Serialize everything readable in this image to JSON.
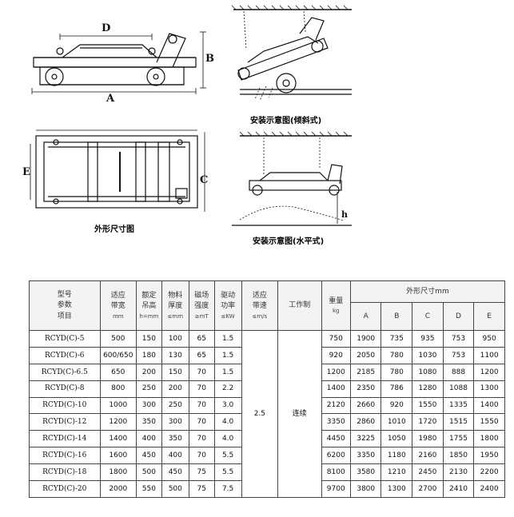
{
  "figures": {
    "outline_caption": "外形尺寸图",
    "tilted_caption": "安装示意图(倾斜式)",
    "horizontal_caption": "安装示意图(水平式)",
    "dim_A": "A",
    "dim_B": "B",
    "dim_C": "C",
    "dim_D": "D",
    "dim_E": "E",
    "dim_h": "h"
  },
  "table": {
    "header": {
      "model": [
        "型号",
        "参数",
        "项目"
      ],
      "belt_width": [
        "适应",
        "带宽",
        "mm"
      ],
      "lift_height": [
        "额定",
        "吊高",
        "h=mm"
      ],
      "material_thickness": [
        "物料",
        "厚度",
        "≤mm"
      ],
      "field_strength": [
        "磁场",
        "强度",
        "≥mT"
      ],
      "drive_power": [
        "驱动",
        "功率",
        "≤KW"
      ],
      "belt_speed": [
        "适应",
        "带速",
        "≤m/s"
      ],
      "working_mode": "工作制",
      "weight": [
        "重量",
        "kg"
      ],
      "dimensions_title": "外形尺寸mm",
      "dim_cols": [
        "A",
        "B",
        "C",
        "D",
        "E"
      ]
    },
    "belt_speed_value": "2.5",
    "working_mode_value": "连续",
    "rows": [
      {
        "model": "RCYD(C)-5",
        "width": "500",
        "height": "150",
        "thick": "100",
        "field": "65",
        "power": "1.5",
        "weight": "750",
        "A": "1900",
        "B": "735",
        "C": "935",
        "D": "753",
        "E": "950"
      },
      {
        "model": "RCYD(C)-6",
        "width": "600/650",
        "height": "180",
        "thick": "130",
        "field": "65",
        "power": "1.5",
        "weight": "920",
        "A": "2050",
        "B": "780",
        "C": "1030",
        "D": "753",
        "E": "1100"
      },
      {
        "model": "RCYD(C)-6.5",
        "width": "650",
        "height": "200",
        "thick": "150",
        "field": "70",
        "power": "1.5",
        "weight": "1200",
        "A": "2185",
        "B": "780",
        "C": "1080",
        "D": "888",
        "E": "1200"
      },
      {
        "model": "RCYD(C)-8",
        "width": "800",
        "height": "250",
        "thick": "200",
        "field": "70",
        "power": "2.2",
        "weight": "1400",
        "A": "2350",
        "B": "786",
        "C": "1280",
        "D": "1088",
        "E": "1300"
      },
      {
        "model": "RCYD(C)-10",
        "width": "1000",
        "height": "300",
        "thick": "250",
        "field": "70",
        "power": "3.0",
        "weight": "2120",
        "A": "2660",
        "B": "920",
        "C": "1550",
        "D": "1335",
        "E": "1400"
      },
      {
        "model": "RCYD(C)-12",
        "width": "1200",
        "height": "350",
        "thick": "300",
        "field": "70",
        "power": "4.0",
        "weight": "3350",
        "A": "2860",
        "B": "1010",
        "C": "1720",
        "D": "1515",
        "E": "1550"
      },
      {
        "model": "RCYD(C)-14",
        "width": "1400",
        "height": "400",
        "thick": "350",
        "field": "70",
        "power": "4.0",
        "weight": "4450",
        "A": "3225",
        "B": "1050",
        "C": "1980",
        "D": "1755",
        "E": "1800"
      },
      {
        "model": "RCYD(C)-16",
        "width": "1600",
        "height": "450",
        "thick": "400",
        "field": "70",
        "power": "5.5",
        "weight": "6200",
        "A": "3350",
        "B": "1180",
        "C": "2160",
        "D": "1850",
        "E": "1950"
      },
      {
        "model": "RCYD(C)-18",
        "width": "1800",
        "height": "500",
        "thick": "450",
        "field": "75",
        "power": "5.5",
        "weight": "8100",
        "A": "3580",
        "B": "1210",
        "C": "2450",
        "D": "2130",
        "E": "2200"
      },
      {
        "model": "RCYD(C)-20",
        "width": "2000",
        "height": "550",
        "thick": "500",
        "field": "75",
        "power": "7.5",
        "weight": "9700",
        "A": "3800",
        "B": "1300",
        "C": "2700",
        "D": "2410",
        "E": "2400"
      }
    ]
  }
}
